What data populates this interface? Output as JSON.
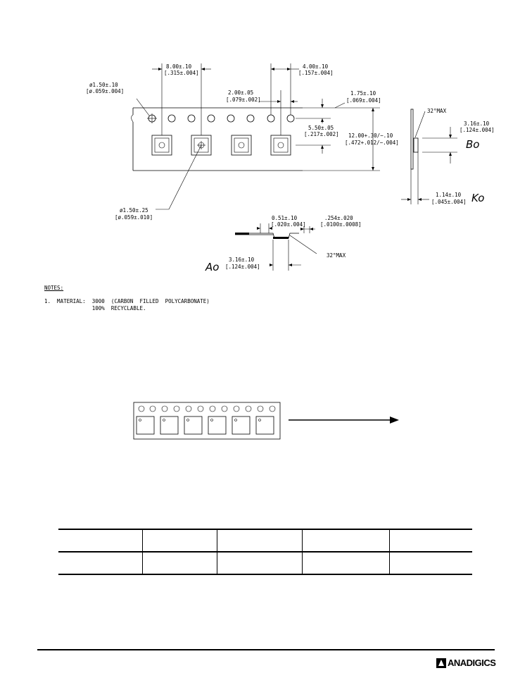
{
  "dimensions": {
    "pitch_8": [
      "8.00±.10",
      "[.315±.004]"
    ],
    "pitch_4": [
      "4.00±.10",
      "[.157±.004]"
    ],
    "hole_dia": [
      "ø1.50±.10",
      "[ø.059±.004]"
    ],
    "pitch_2": [
      "2.00±.05",
      "[.079±.002]"
    ],
    "edge_175": [
      "1.75±.10",
      "[.069±.004]"
    ],
    "offset_550": [
      "5.50±.05",
      "[.217±.002]"
    ],
    "width_12": [
      "12.00+.30/−.10",
      "[.472+.012/−.004]"
    ],
    "pocket_hole": [
      "ø1.50±.25",
      "[ø.059±.010]"
    ],
    "bo_dim": [
      "3.16±.10",
      "[.124±.004]"
    ],
    "ko_dim": [
      "1.14±.10",
      "[.045±.004]"
    ],
    "thick_051": [
      "0.51±.10",
      "[.020±.004]"
    ],
    "cover_254": [
      ".254±.020",
      "[.0100±.0008]"
    ],
    "ao_dim": [
      "3.16±.10",
      "[.124±.004]"
    ],
    "angle_max_1": "32°MAX",
    "angle_max_2": "32°MAX",
    "label_bo": "Bo",
    "label_ko": "Ko",
    "label_ao": "Ao"
  },
  "notes": {
    "title": "NOTES:",
    "line1": "1.  MATERIAL:  3000  (CARBON  FILLED  POLYCARBONATE)",
    "line2": "               100%  RECYCLABLE."
  },
  "table": {
    "rows": [
      [
        "",
        "",
        "",
        "",
        ""
      ],
      [
        "",
        "",
        "",
        "",
        ""
      ]
    ]
  },
  "logo": {
    "text": "ANADIGICS"
  }
}
